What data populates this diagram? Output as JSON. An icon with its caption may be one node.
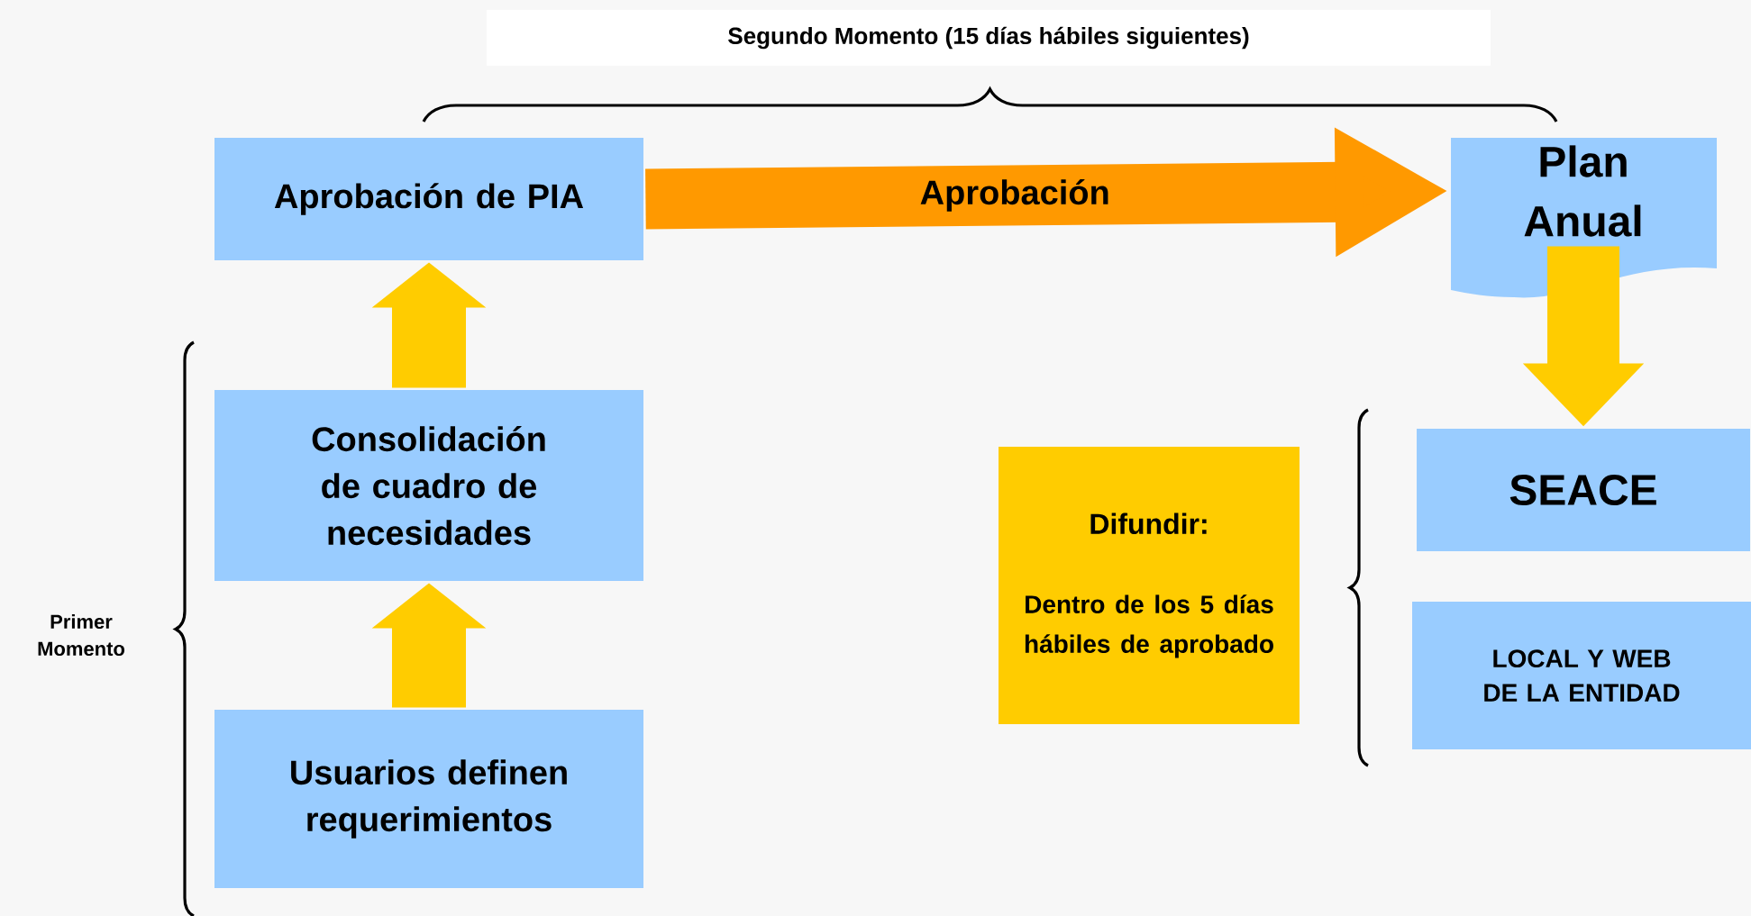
{
  "diagram": {
    "nodes": [
      {
        "text": [
          "Aprobación de PIA"
        ]
      },
      {
        "text": [
          "Plan Anual"
        ]
      },
      {
        "text": [
          "Consolidación de cuadro de necesidades"
        ]
      },
      {
        "text": [
          "Usuarios definen requerimientos"
        ]
      },
      {
        "text": [
          "Difundir:",
          "Dentro de los 5 días hábiles de aprobado"
        ]
      },
      {
        "text": [
          "SEACE"
        ]
      },
      {
        "text": [
          "LOCAL Y WEB DE LA ENTIDAD"
        ]
      }
    ],
    "edges": [
      {
        "from": 3,
        "to": 2,
        "arrow": "to"
      },
      {
        "from": 2,
        "to": 0,
        "arrow": "to"
      },
      {
        "from": 0,
        "to": 1,
        "arrow": "to",
        "label": "Aprobación",
        "color": "#ff9900"
      },
      {
        "from": 1,
        "to": 5,
        "arrow": "to"
      }
    ],
    "labels": [
      "Segundo Momento (15 días hábiles siguientes)",
      "Primer Momento"
    ]
  }
}
